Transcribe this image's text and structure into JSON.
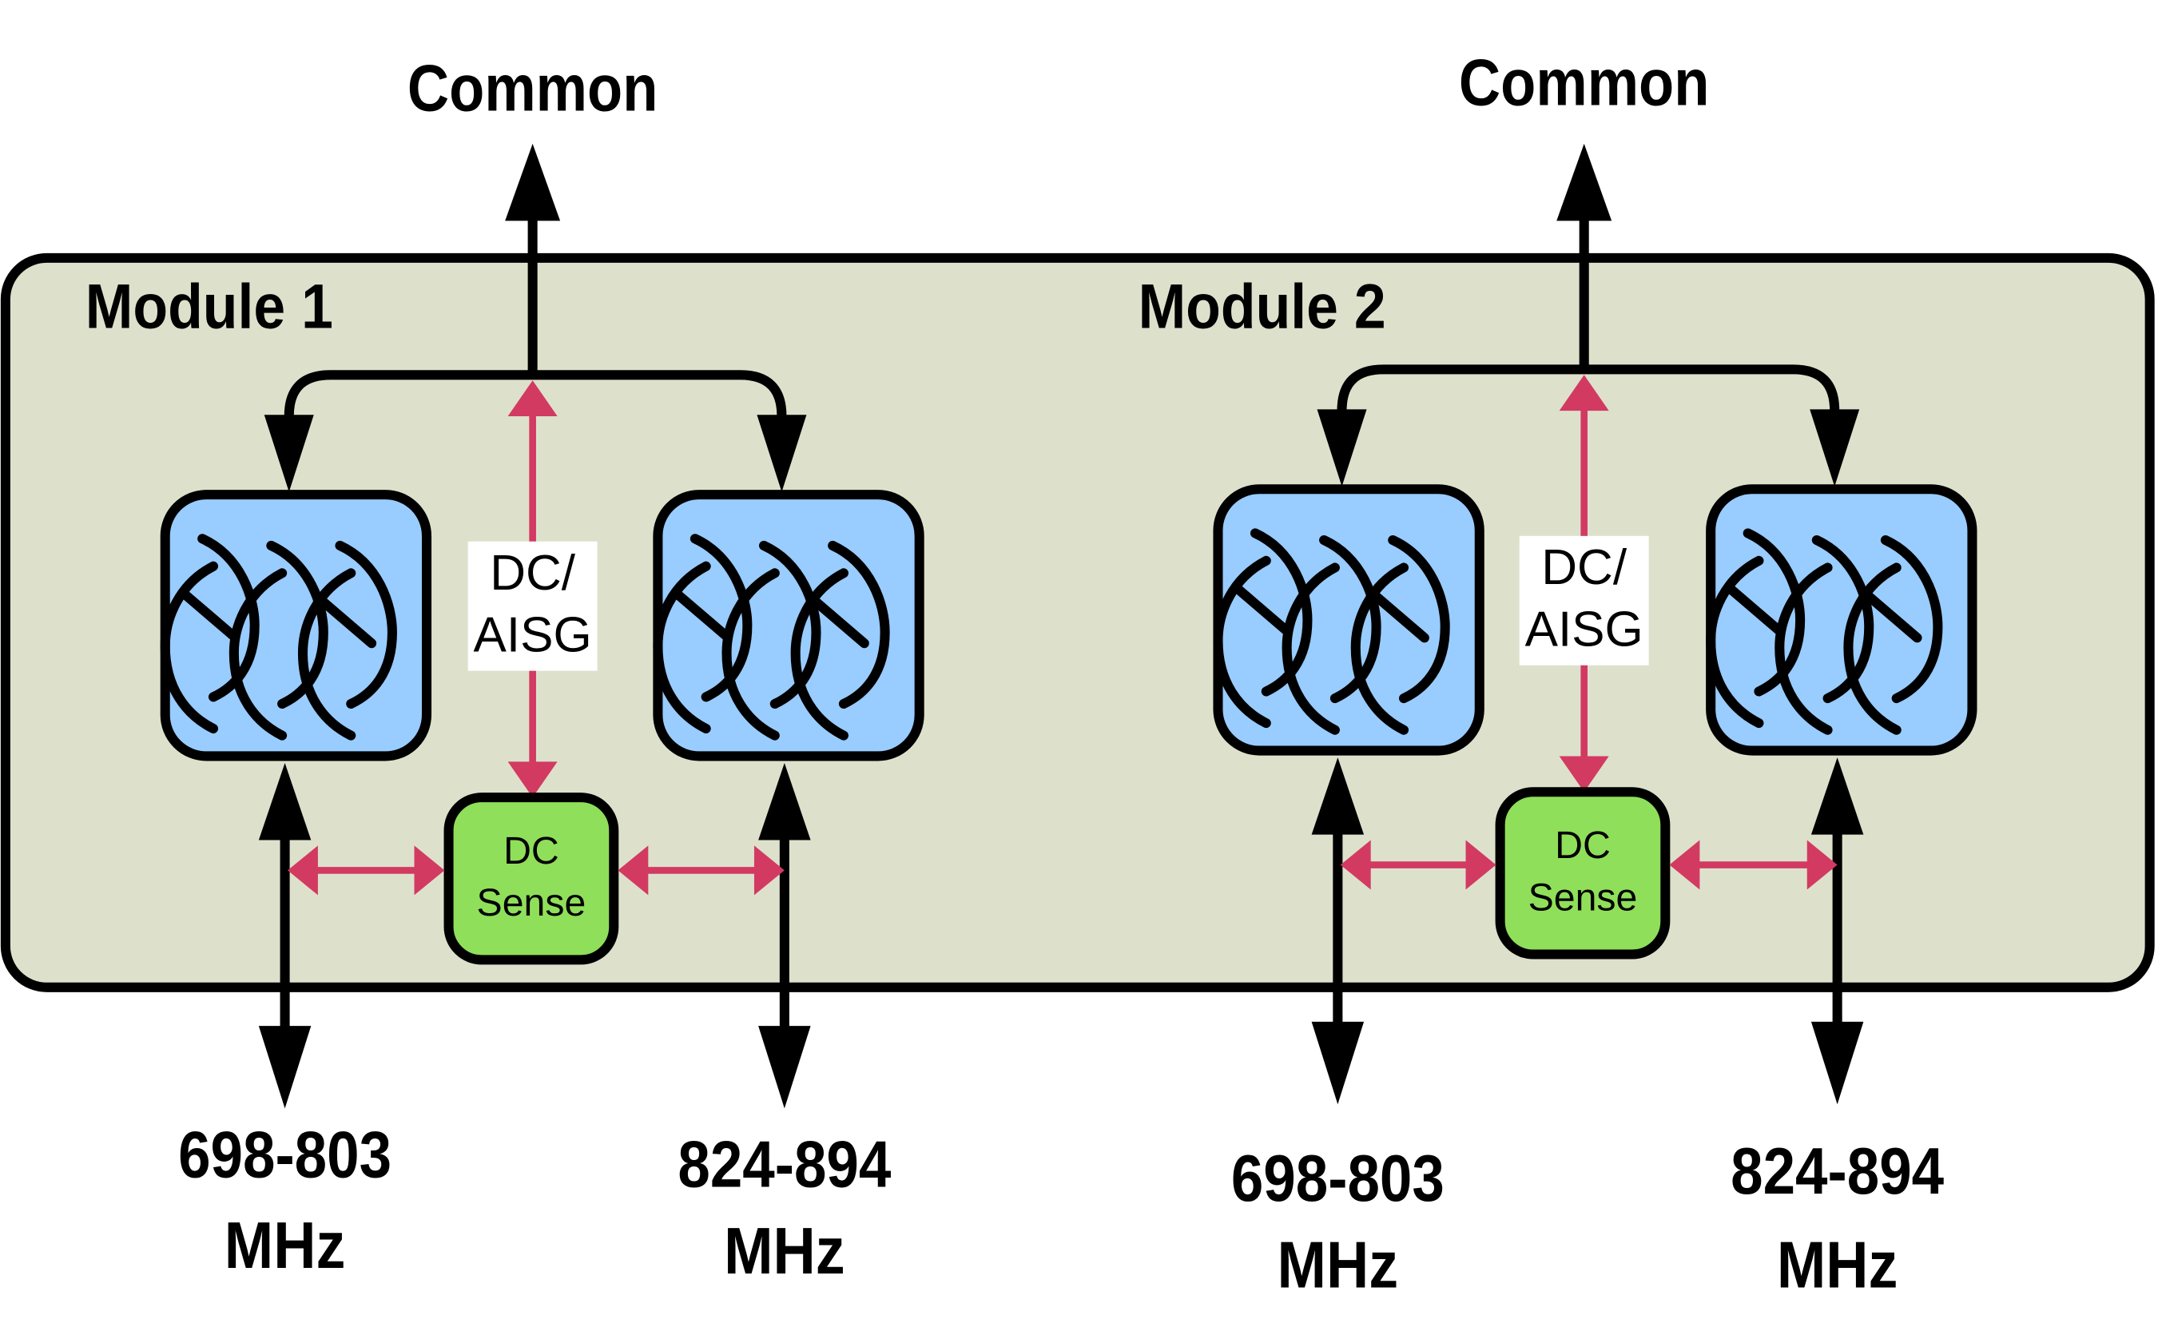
{
  "colors": {
    "module_fill": "#dde1cc",
    "filter_fill": "#99ccff",
    "dc_sense_fill": "#8fdf5a",
    "dc_signal": "#d23a62",
    "rf_signal": "#000000"
  },
  "modules": [
    {
      "title": "Module 1",
      "common_label": "Common",
      "dc_aisg_label": [
        "DC/",
        "AISG"
      ],
      "dc_sense_label": [
        "DC",
        "Sense"
      ],
      "filters": [
        {
          "name": "filter-low-band",
          "icon": "bandpass-filter-icon"
        },
        {
          "name": "filter-high-band",
          "icon": "bandpass-filter-icon"
        }
      ],
      "ports": [
        {
          "range": "698-803",
          "unit": "MHz"
        },
        {
          "range": "824-894",
          "unit": "MHz"
        }
      ]
    },
    {
      "title": "Module 2",
      "common_label": "Common",
      "dc_aisg_label": [
        "DC/",
        "AISG"
      ],
      "dc_sense_label": [
        "DC",
        "Sense"
      ],
      "filters": [
        {
          "name": "filter-low-band",
          "icon": "bandpass-filter-icon"
        },
        {
          "name": "filter-high-band",
          "icon": "bandpass-filter-icon"
        }
      ],
      "ports": [
        {
          "range": "698-803",
          "unit": "MHz"
        },
        {
          "range": "824-894",
          "unit": "MHz"
        }
      ]
    }
  ]
}
